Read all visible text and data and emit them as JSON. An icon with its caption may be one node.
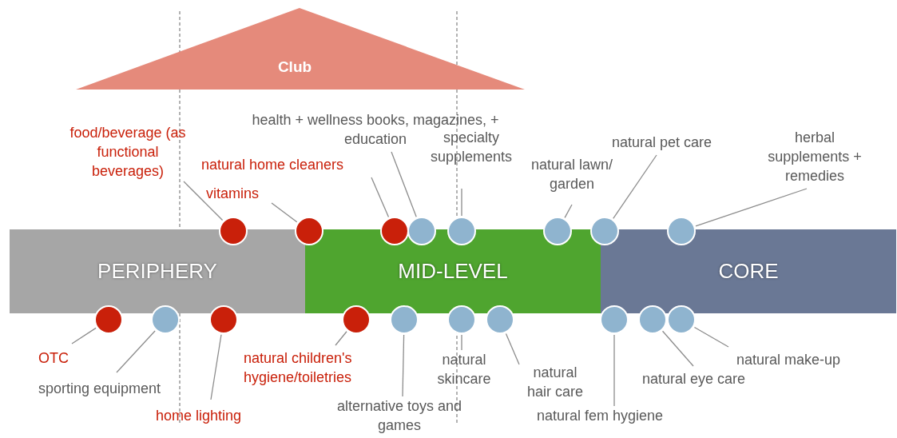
{
  "diagram": {
    "nodes": [
      {
        "text": [
          "Club"
        ]
      },
      {
        "text": [
          "PERIPHERY"
        ]
      },
      {
        "text": [
          "MID-LEVEL"
        ]
      },
      {
        "text": [
          "CORE"
        ]
      },
      {
        "text": [
          "food/beverage (as functional beverages)"
        ]
      },
      {
        "text": [
          "vitamins"
        ]
      },
      {
        "text": [
          "natural home cleaners"
        ]
      },
      {
        "text": [
          "health + wellness books, magazines, + education"
        ]
      },
      {
        "text": [
          "specialty supplements"
        ]
      },
      {
        "text": [
          "natural lawn/ garden"
        ]
      },
      {
        "text": [
          "natural pet care"
        ]
      },
      {
        "text": [
          "herbal supplements + remedies"
        ]
      },
      {
        "text": [
          "OTC"
        ]
      },
      {
        "text": [
          "sporting equipment"
        ]
      },
      {
        "text": [
          "home lighting"
        ]
      },
      {
        "text": [
          "natural children's hygiene/toiletries"
        ]
      },
      {
        "text": [
          "alternative toys and games"
        ]
      },
      {
        "text": [
          "natural skincare"
        ]
      },
      {
        "text": [
          "natural hair care"
        ]
      },
      {
        "text": [
          "natural fem hygiene"
        ]
      },
      {
        "text": [
          "natural eye care"
        ]
      },
      {
        "text": [
          "natural make-up"
        ]
      },
      {
        "text": [],
        "shape": "circle"
      },
      {
        "text": [],
        "shape": "circle"
      },
      {
        "text": [],
        "shape": "circle"
      },
      {
        "text": [],
        "shape": "circle"
      },
      {
        "text": [],
        "shape": "circle"
      },
      {
        "text": [],
        "shape": "circle"
      },
      {
        "text": [],
        "shape": "circle"
      },
      {
        "text": [],
        "shape": "circle"
      },
      {
        "text": [],
        "shape": "circle"
      },
      {
        "text": [],
        "shape": "circle"
      },
      {
        "text": [],
        "shape": "circle"
      },
      {
        "text": [],
        "shape": "circle"
      },
      {
        "text": [],
        "shape": "circle"
      },
      {
        "text": [],
        "shape": "circle"
      },
      {
        "text": [],
        "shape": "circle"
      },
      {
        "text": [],
        "shape": "circle"
      },
      {
        "text": [],
        "shape": "circle"
      },
      {
        "text": [],
        "shape": "circle"
      }
    ],
    "edges": [
      {
        "from": 4,
        "to": 22,
        "arrow": "none"
      },
      {
        "from": 5,
        "to": 23,
        "arrow": "none"
      },
      {
        "from": 6,
        "to": 24,
        "arrow": "none"
      },
      {
        "from": 7,
        "to": 25,
        "arrow": "none"
      },
      {
        "from": 8,
        "to": 26,
        "arrow": "none"
      },
      {
        "from": 9,
        "to": 27,
        "arrow": "none"
      },
      {
        "from": 10,
        "to": 28,
        "arrow": "none"
      },
      {
        "from": 11,
        "to": 29,
        "arrow": "none"
      },
      {
        "from": 12,
        "to": 30,
        "arrow": "none"
      },
      {
        "from": 13,
        "to": 31,
        "arrow": "none"
      },
      {
        "from": 14,
        "to": 32,
        "arrow": "none"
      },
      {
        "from": 15,
        "to": 33,
        "arrow": "none"
      },
      {
        "from": 16,
        "to": 34,
        "arrow": "none"
      },
      {
        "from": 17,
        "to": 35,
        "arrow": "none"
      },
      {
        "from": 18,
        "to": 36,
        "arrow": "none"
      },
      {
        "from": 19,
        "to": 37,
        "arrow": "none"
      },
      {
        "from": 20,
        "to": 38,
        "arrow": "none"
      },
      {
        "from": 21,
        "to": 39,
        "arrow": "none"
      }
    ]
  }
}
